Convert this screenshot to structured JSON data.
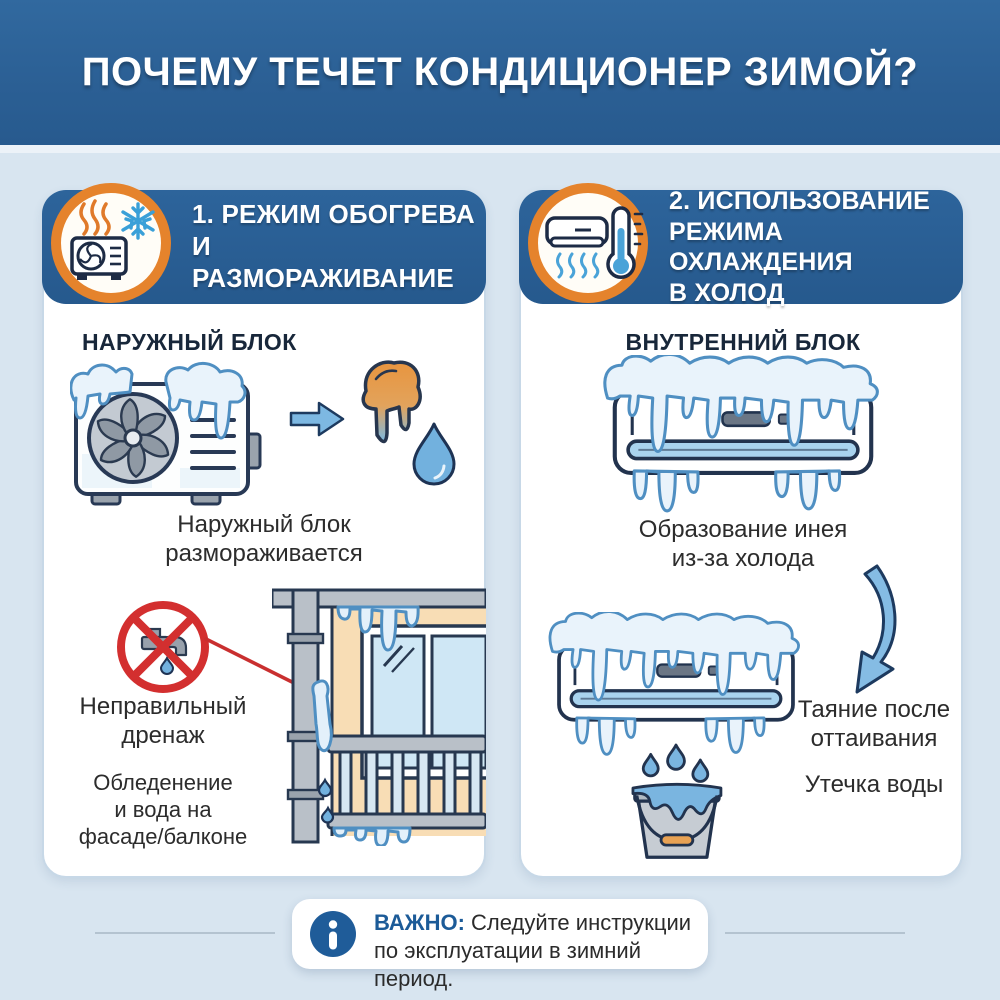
{
  "title": "ПОЧЕМУ ТЕЧЕТ КОНДИЦИОНЕР ЗИМОЙ?",
  "cards": [
    {
      "header_lines": [
        "1. РЕЖИМ ОБОГРЕВА",
        "И РАЗМОРАЖИВАНИЕ"
      ],
      "badge_icon": "outdoor-unit-heat-snowflake-icon",
      "section_label": "НАРУЖНЫЙ БЛОК",
      "captions": {
        "defrost": [
          "Наружный блок",
          "размораживается"
        ],
        "drainage": [
          "Неправильный",
          "дренаж"
        ],
        "icing": [
          "Обледенение",
          "и вода на",
          "фасаде/балконе"
        ]
      }
    },
    {
      "header_lines": [
        "2. ИСПОЛЬЗОВАНИЕ",
        "РЕЖИМА ОХЛАЖДЕНИЯ",
        "В ХОЛОД"
      ],
      "badge_icon": "indoor-unit-thermometer-icon",
      "section_label": "ВНУТРЕННИЙ БЛОК",
      "captions": {
        "frost": [
          "Образование инея",
          "из-за холода"
        ],
        "melting": [
          "Таяние после",
          "оттаивания"
        ],
        "leak": [
          "Утечка воды"
        ]
      }
    }
  ],
  "footer": {
    "icon": "info-icon",
    "label": "ВАЖНО:",
    "line1_rest": " Следуйте инструкции",
    "line2": "по эксплуатации в зимний период."
  },
  "colors": {
    "header_blue": "#2e6498",
    "band_blue": "#275d93",
    "background": "#d8e5f0",
    "badge_ring_orange": "#e5832c",
    "ice_stroke": "#4f8fc2",
    "ice_fill": "#e9f3fb",
    "arrow_blue": "#7db8e2",
    "alert_red": "#d32f2f",
    "facade_peach": "#f8ddb5",
    "metal_gray": "#b9c0c8",
    "outline_navy": "#22334e"
  }
}
